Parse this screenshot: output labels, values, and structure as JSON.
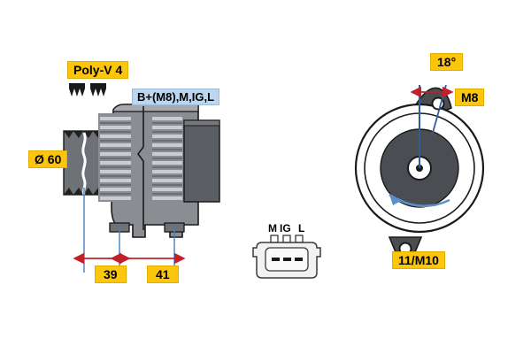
{
  "diagram": {
    "title": "Alternator technical drawing",
    "background": "#ffffff",
    "colors": {
      "label_yellow": "#FCC60D",
      "label_blue": "#BBD6EE",
      "dimension_red": "#C0202A",
      "extension_blue": "#4A7EBB",
      "rotation_arrow_blue": "#5B8FCB",
      "body_gray": "#8A8D91",
      "body_dark": "#5B5E62",
      "fin_light": "#C9CCD1",
      "outline_black": "#1A1A1A"
    },
    "labels": {
      "poly_v": "Poly-V 4",
      "diameter": "Ø 60",
      "terminals": "B+(M8),M,IG,L",
      "dim_left": "39",
      "dim_right": "41",
      "angle": "18°",
      "bolt_top": "M8",
      "bolt_bottom": "11/M10"
    },
    "connector": {
      "name": "plug-connector",
      "pin_labels": [
        "M",
        "IG",
        "L"
      ],
      "pin_count": 3
    },
    "views": {
      "side": "side-view-alternator",
      "front": "front-view-alternator",
      "connector": "connector-detail-view"
    }
  }
}
